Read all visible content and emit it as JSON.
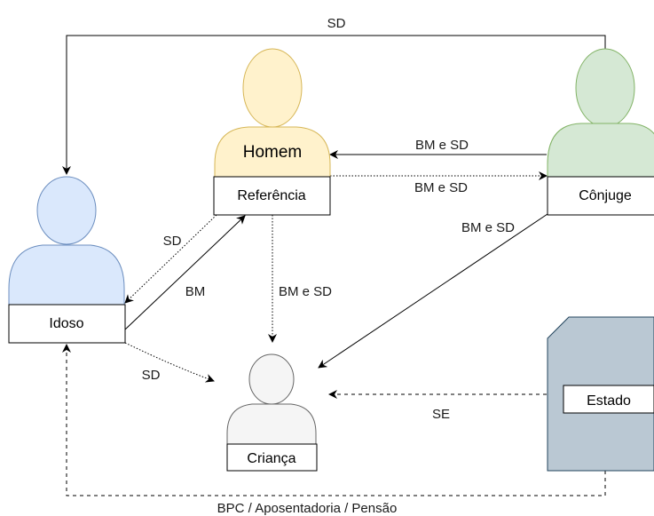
{
  "actors": {
    "homem": {
      "head_label": "Homem",
      "box_label": "Referência",
      "fill": "#fff2cc",
      "stroke": "#d6b656"
    },
    "conjuge": {
      "box_label": "Cônjuge",
      "fill": "#d5e8d4",
      "stroke": "#82b366"
    },
    "idoso": {
      "box_label": "Idoso",
      "fill": "#dae8fc",
      "stroke": "#6c8ebf"
    },
    "crianca": {
      "box_label": "Criança",
      "fill": "#f5f5f5",
      "stroke": "#666666"
    },
    "estado": {
      "box_label": "Estado",
      "fill": "#bac8d3",
      "stroke": "#23445d"
    }
  },
  "edges": {
    "conjuge_to_idoso": "SD",
    "conjuge_to_homem": "BM e SD",
    "homem_to_conjuge": "BM e SD",
    "conjuge_to_crianca": "BM e SD",
    "homem_to_idoso": "SD",
    "idoso_to_homem": "BM",
    "homem_to_crianca": "BM e SD",
    "idoso_to_crianca": "SD",
    "estado_to_crianca": "SE",
    "estado_to_idoso": "BPC / Aposentadoria / Pensão"
  }
}
